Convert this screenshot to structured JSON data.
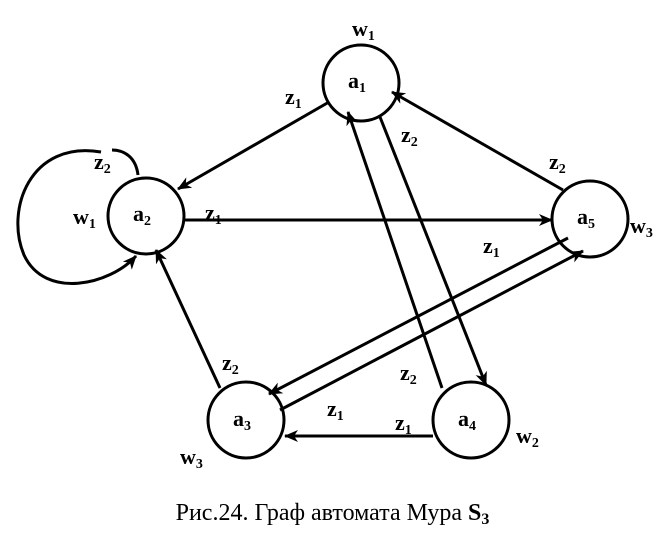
{
  "nodes": [
    {
      "id": "a1",
      "name": "a",
      "sub": "1",
      "output": {
        "name": "w",
        "sub": "1"
      }
    },
    {
      "id": "a2",
      "name": "a",
      "sub": "2",
      "output": {
        "name": "w",
        "sub": "1"
      }
    },
    {
      "id": "a3",
      "name": "a",
      "sub": "3",
      "output": {
        "name": "w",
        "sub": "3"
      }
    },
    {
      "id": "a4",
      "name": "a",
      "sub": "4",
      "output": {
        "name": "w",
        "sub": "2"
      }
    },
    {
      "id": "a5",
      "name": "a",
      "sub": "5",
      "output": {
        "name": "w",
        "sub": "3"
      }
    }
  ],
  "edges": [
    {
      "from": "a1",
      "to": "a2",
      "label": {
        "name": "z",
        "sub": "1"
      }
    },
    {
      "from": "a1",
      "to": "a4",
      "label": {
        "name": "z",
        "sub": "2"
      }
    },
    {
      "from": "a2",
      "to": "a2",
      "label": {
        "name": "z",
        "sub": "2"
      }
    },
    {
      "from": "a2",
      "to": "a5",
      "label": {
        "name": "z",
        "sub": "1"
      }
    },
    {
      "from": "a3",
      "to": "a2",
      "label": {
        "name": "z",
        "sub": "2"
      }
    },
    {
      "from": "a3",
      "to": "a5",
      "label": {
        "name": "z",
        "sub": "1"
      }
    },
    {
      "from": "a4",
      "to": "a1",
      "label": {
        "name": "z",
        "sub": "2"
      }
    },
    {
      "from": "a4",
      "to": "a3",
      "label": {
        "name": "z",
        "sub": "1"
      }
    },
    {
      "from": "a5",
      "to": "a1",
      "label": {
        "name": "z",
        "sub": "2"
      }
    },
    {
      "from": "a5",
      "to": "a3",
      "label": {
        "name": "z",
        "sub": "1"
      }
    }
  ],
  "caption": {
    "prefix": "Рис.24. Граф автомата Мура ",
    "symbol": "S",
    "sub": "3"
  }
}
